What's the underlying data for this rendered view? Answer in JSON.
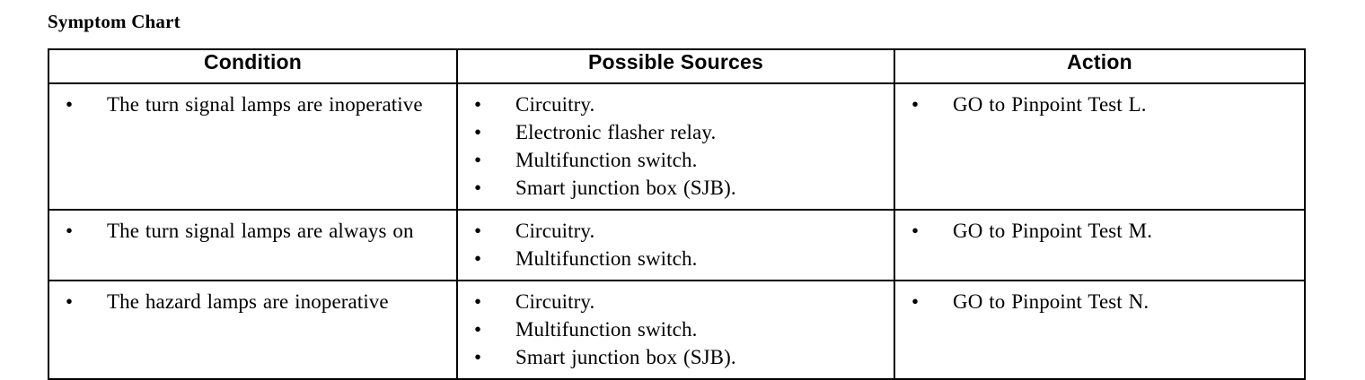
{
  "document": {
    "title": "Symptom Chart"
  },
  "table": {
    "headers": [
      {
        "label": "Condition"
      },
      {
        "label": "Possible Sources"
      },
      {
        "label": "Action"
      }
    ],
    "rows": [
      {
        "condition": [
          "The turn signal lamps are inoperative"
        ],
        "sources": [
          "Circuitry.",
          "Electronic flasher relay.",
          "Multifunction switch.",
          "Smart junction box (SJB)."
        ],
        "action": [
          "GO to Pinpoint Test L."
        ]
      },
      {
        "condition": [
          "The turn signal lamps are always on"
        ],
        "sources": [
          "Circuitry.",
          "Multifunction switch."
        ],
        "action": [
          "GO to Pinpoint Test M."
        ]
      },
      {
        "condition": [
          "The hazard lamps are inoperative"
        ],
        "sources": [
          "Circuitry.",
          "Multifunction switch.",
          "Smart junction box (SJB)."
        ],
        "action": [
          "GO to Pinpoint Test N."
        ]
      }
    ]
  },
  "glyphs": {
    "bullet": "•"
  },
  "colors": {
    "text": "#000000",
    "border": "#000000",
    "background": "#ffffff"
  }
}
